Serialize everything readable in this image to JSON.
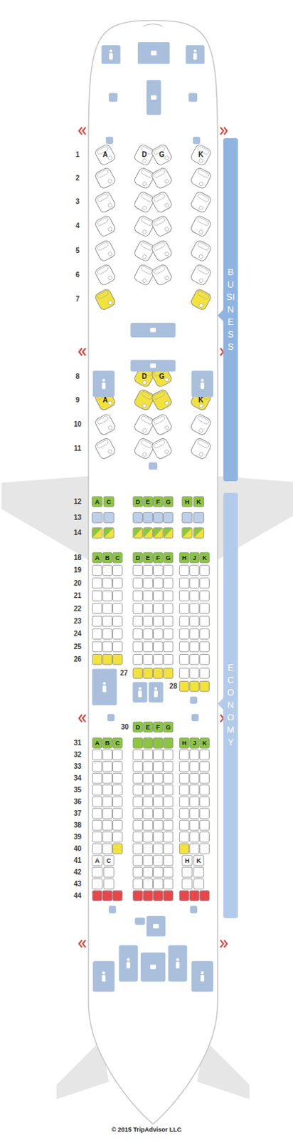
{
  "diagram": {
    "nodes": [
      {
        "text": [
          "BUSINESS"
        ]
      },
      {
        "text": [
          "ECONOMY"
        ]
      }
    ],
    "labels": [
      "1",
      "A",
      "D",
      "G",
      "K",
      "2",
      "3",
      "4",
      "5",
      "6",
      "7",
      "8",
      "D",
      "G",
      "9",
      "A",
      "K",
      "10",
      "11",
      "12",
      "A",
      "C",
      "D",
      "E",
      "F",
      "G",
      "H",
      "K",
      "13",
      "14",
      "18",
      "A",
      "B",
      "C",
      "D",
      "E",
      "F",
      "G",
      "H",
      "J",
      "K",
      "19",
      "20",
      "21",
      "22",
      "23",
      "24",
      "25",
      "26",
      "27",
      "28",
      "30",
      "D",
      "E",
      "F",
      "G",
      "31",
      "A",
      "B",
      "C",
      "H",
      "J",
      "K",
      "32",
      "33",
      "34",
      "35",
      "36",
      "37",
      "38",
      "39",
      "40",
      "41",
      "A",
      "C",
      "H",
      "K",
      "42",
      "43",
      "44",
      "© 2015 TripAdvisor LLC"
    ]
  }
}
